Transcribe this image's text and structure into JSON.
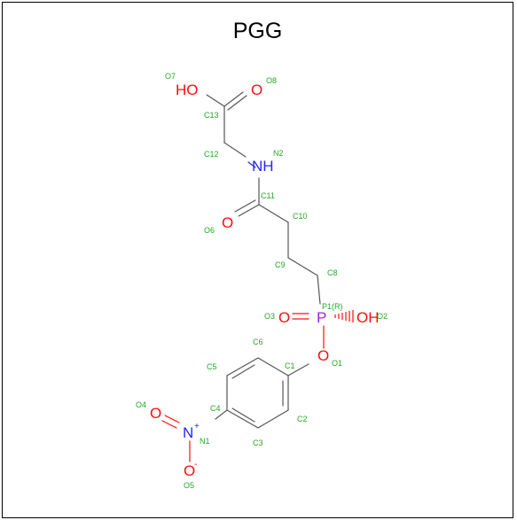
{
  "title": "PGG",
  "colors": {
    "carbon": "#555555",
    "oxygen": "#ff0d0d",
    "nitrogen": "#2424ff",
    "phosphorus": "#a020f0",
    "atom_id": "#22aa22"
  },
  "element_labels": {
    "O7": "HO",
    "O8": "O",
    "N2": "NH",
    "O6": "O",
    "P1": "P",
    "O3": "O",
    "O2": "OH",
    "O1": "O",
    "N1": "N",
    "N1_charge": "+",
    "O4": "O",
    "O5": "O",
    "O5_charge": "-"
  },
  "atom_ids": {
    "O7": "O7",
    "O8": "O8",
    "C13": "C13",
    "C12": "C12",
    "N2": "N2",
    "C11": "C11",
    "C10": "C10",
    "O6": "O6",
    "C9": "C9",
    "C8": "C8",
    "P1": "P1(R)",
    "O3": "O3",
    "O2": "O2",
    "O1": "O1",
    "C1": "C1",
    "C2": "C2",
    "C3": "C3",
    "C4": "C4",
    "C5": "C5",
    "C6": "C6",
    "N1": "N1",
    "O4": "O4",
    "O5": "O5"
  }
}
